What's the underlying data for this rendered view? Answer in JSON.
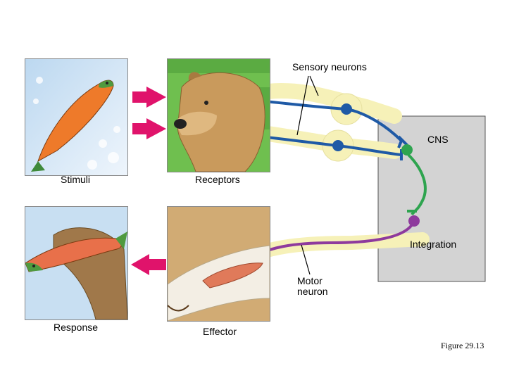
{
  "labels": {
    "sensory_neurons": "Sensory neurons",
    "cns": "CNS",
    "stimuli": "Stimuli",
    "receptors": "Receptors",
    "integration": "Integration",
    "motor_neuron_line1": "Motor",
    "motor_neuron_line2": "neuron",
    "response": "Response",
    "effector": "Effector",
    "figure": "Figure 29.13"
  },
  "colors": {
    "sensory": "#1f5aa6",
    "interneuron": "#2ea44f",
    "motor": "#8e3a9d",
    "arrow": "#e0136b",
    "nerve": "#f6f1b8",
    "cns_box": "#d3d3d3"
  }
}
